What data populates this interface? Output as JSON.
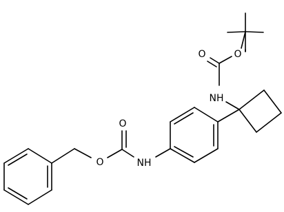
{
  "labels": {
    "carbonyl_o_top": "O",
    "ester_o_top": "O",
    "nh_top": "NH",
    "carbonyl_o_bottom": "O",
    "ester_o_bottom": "O",
    "nh_bottom": "NH"
  },
  "colors": {
    "bond": "#000000",
    "text": "#000000",
    "background": "#ffffff"
  }
}
